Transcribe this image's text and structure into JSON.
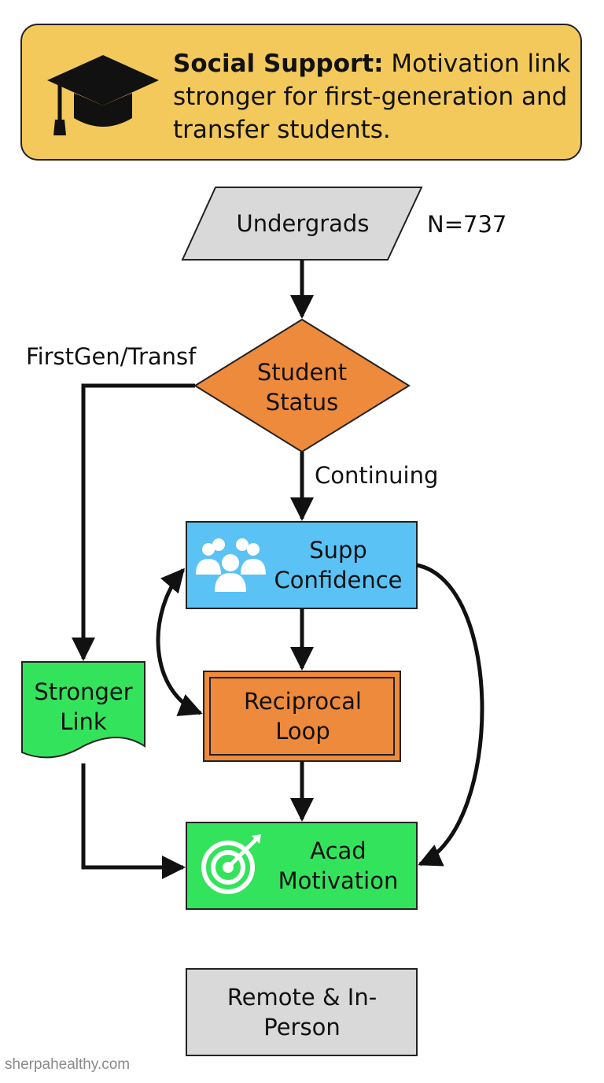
{
  "banner": {
    "title_bold": "Social Support:",
    "title_rest": " Motivation link stronger for first-generation and transfer students.",
    "icon": "graduation-cap-icon",
    "bg_color": "#f3c95c"
  },
  "nodes": {
    "undergrads": {
      "label": "Undergrads",
      "shape": "parallelogram",
      "color": "#d9d9d9"
    },
    "sample_size": "N=737",
    "student_status": {
      "label": "Student Status",
      "shape": "diamond",
      "color": "#ee8a3c"
    },
    "supp_confidence": {
      "label": "Supp Confidence",
      "icon": "people-group-icon",
      "color": "#5bc2f5"
    },
    "reciprocal_loop": {
      "label": "Reciprocal Loop",
      "color": "#ee8a3c"
    },
    "stronger_link": {
      "label": "Stronger Link",
      "shape": "document",
      "color": "#34e35c"
    },
    "acad_motivation": {
      "label": "Acad Motivation",
      "icon": "target-icon",
      "color": "#34e35c"
    },
    "remote_inperson": {
      "label": "Remote & In-Person",
      "color": "#d9d9d9"
    }
  },
  "edges": {
    "firstgen_label": "FirstGen/Transf",
    "continuing_label": "Continuing"
  },
  "footer": {
    "site": "sherpahealthy.com"
  }
}
